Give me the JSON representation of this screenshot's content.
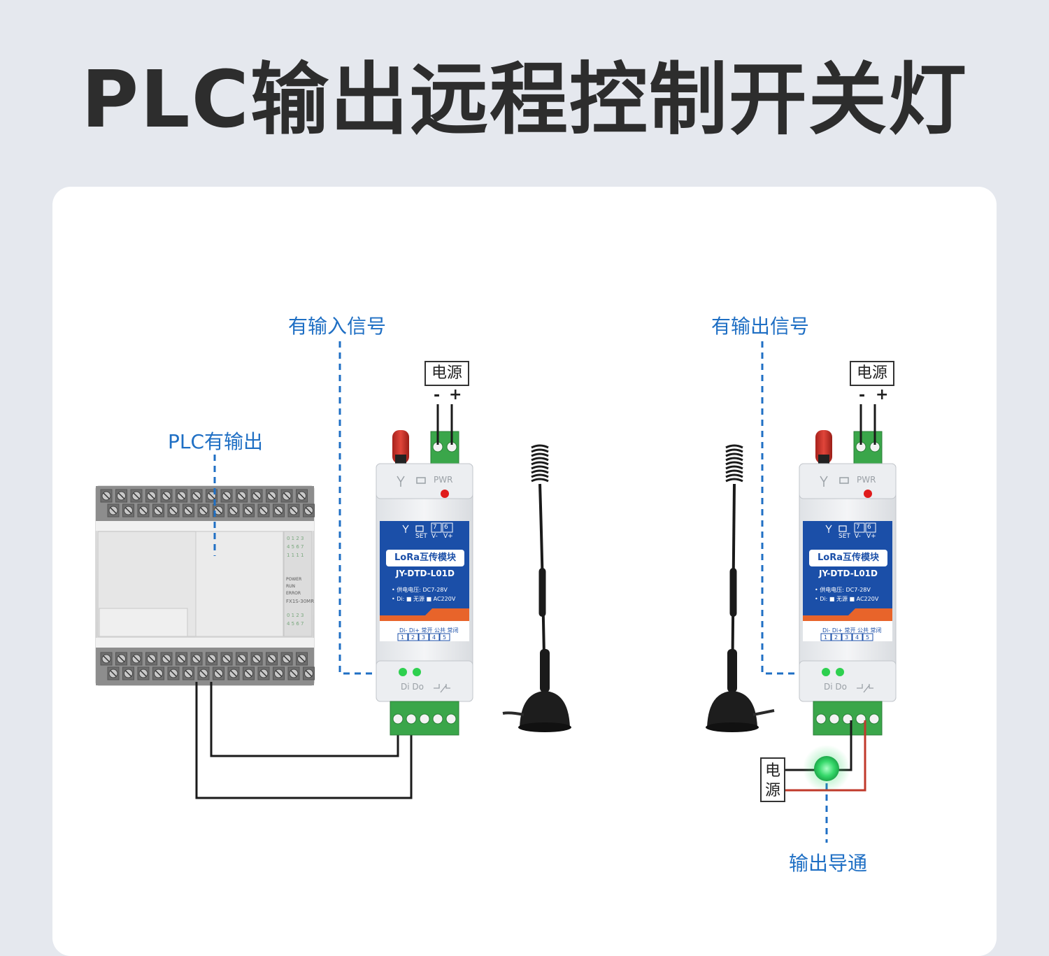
{
  "title": "PLC输出远程控制开关灯",
  "labels": {
    "plc_output": "PLC有输出",
    "input_signal": "有输入信号",
    "output_signal": "有输出信号",
    "output_on": "输出导通"
  },
  "power_label": "电源",
  "power_label_vertical": [
    "电",
    "源"
  ],
  "power_minus": "-",
  "power_plus": "+",
  "module": {
    "name": "LoRa互传模块",
    "model": "JY-DTD-L01D",
    "supply": "• 供电电压: DC7-28V",
    "di": "• Di: ■ 无源 ■ AC220V",
    "pwr": "PWR",
    "set": "SET",
    "v_minus": "V-",
    "v_plus": "V+",
    "pin7": "7",
    "pin6": "6",
    "di_do": "Di  Do",
    "terminal_labels": "Di-  Di+ 常开 公共 常闭",
    "terminal_numbers": [
      "1",
      "2",
      "3",
      "4",
      "5"
    ]
  },
  "plc": {
    "model": "FX1S-30MR",
    "status": [
      "POWER",
      "RUN",
      "ERROR"
    ]
  },
  "colors": {
    "accent_blue": "#1f6fc4",
    "module_blue": "#1b4fa8",
    "module_orange": "#e8642a",
    "terminal_green": "#3aa64a",
    "wire_red": "#c0392b",
    "lamp_green": "#35d86a"
  }
}
